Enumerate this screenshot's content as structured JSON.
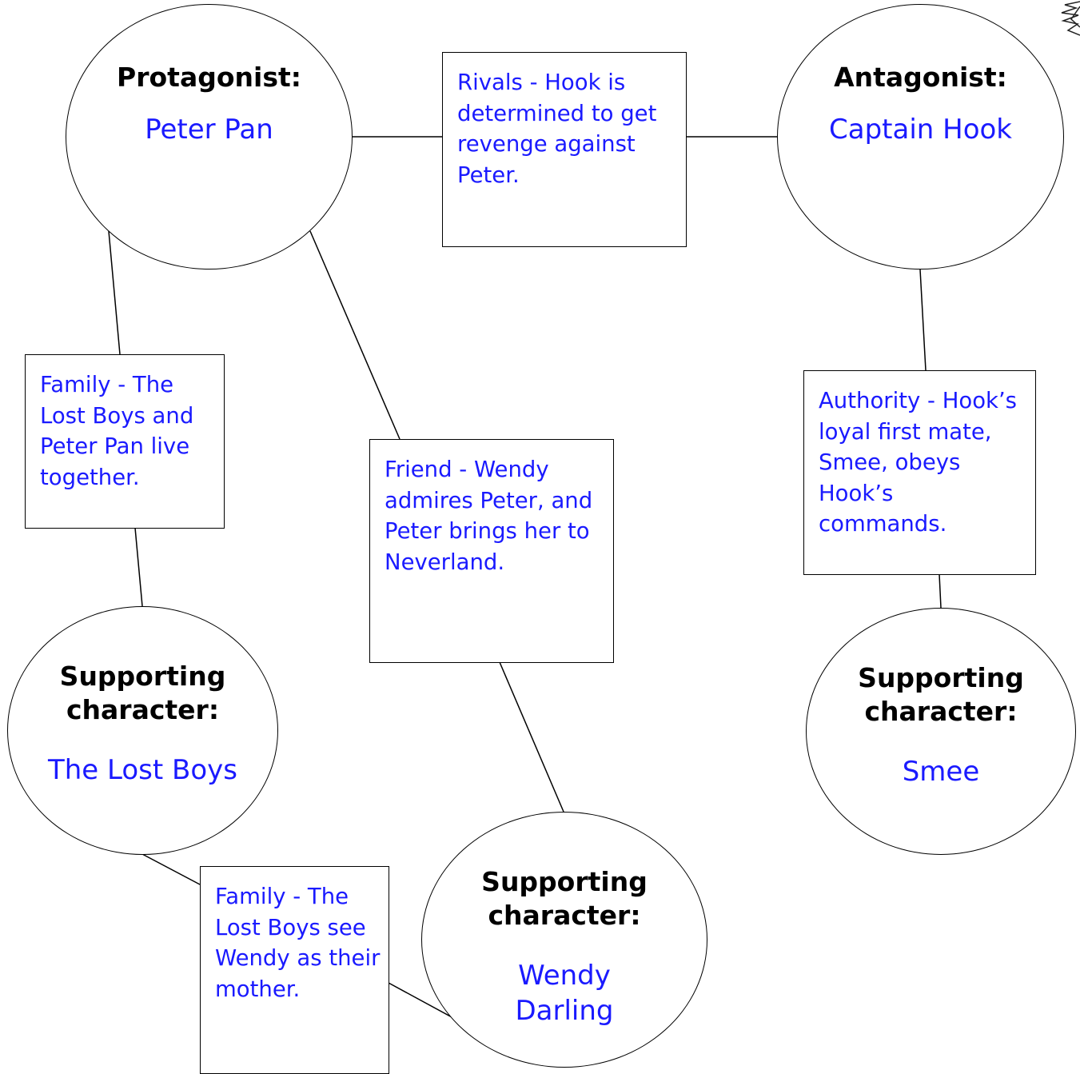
{
  "nodes": {
    "protagonist": {
      "role": "Protagonist:",
      "name": "Peter Pan"
    },
    "antagonist": {
      "role": "Antagonist:",
      "name": "Captain Hook"
    },
    "lost_boys": {
      "role": "Supporting character:",
      "name": "The Lost Boys"
    },
    "wendy": {
      "role": "Supporting character:",
      "name": "Wendy Darling"
    },
    "smee": {
      "role": "Supporting character:",
      "name": "Smee"
    }
  },
  "relationships": {
    "rivals": "Rivals - Hook is determined to get revenge against Peter.",
    "family_lost_boys": "Family - The Lost Boys and Peter Pan live together.",
    "friend": "Friend - Wendy admires Peter, and Peter brings her to Neverland.",
    "authority": "Authority - Hook’s loyal first mate, Smee, obeys Hook’s commands.",
    "family_wendy": "Family - The Lost Boys see Wendy as their mother."
  },
  "colors": {
    "text_blue": "#1a1aff",
    "line": "#000000"
  }
}
